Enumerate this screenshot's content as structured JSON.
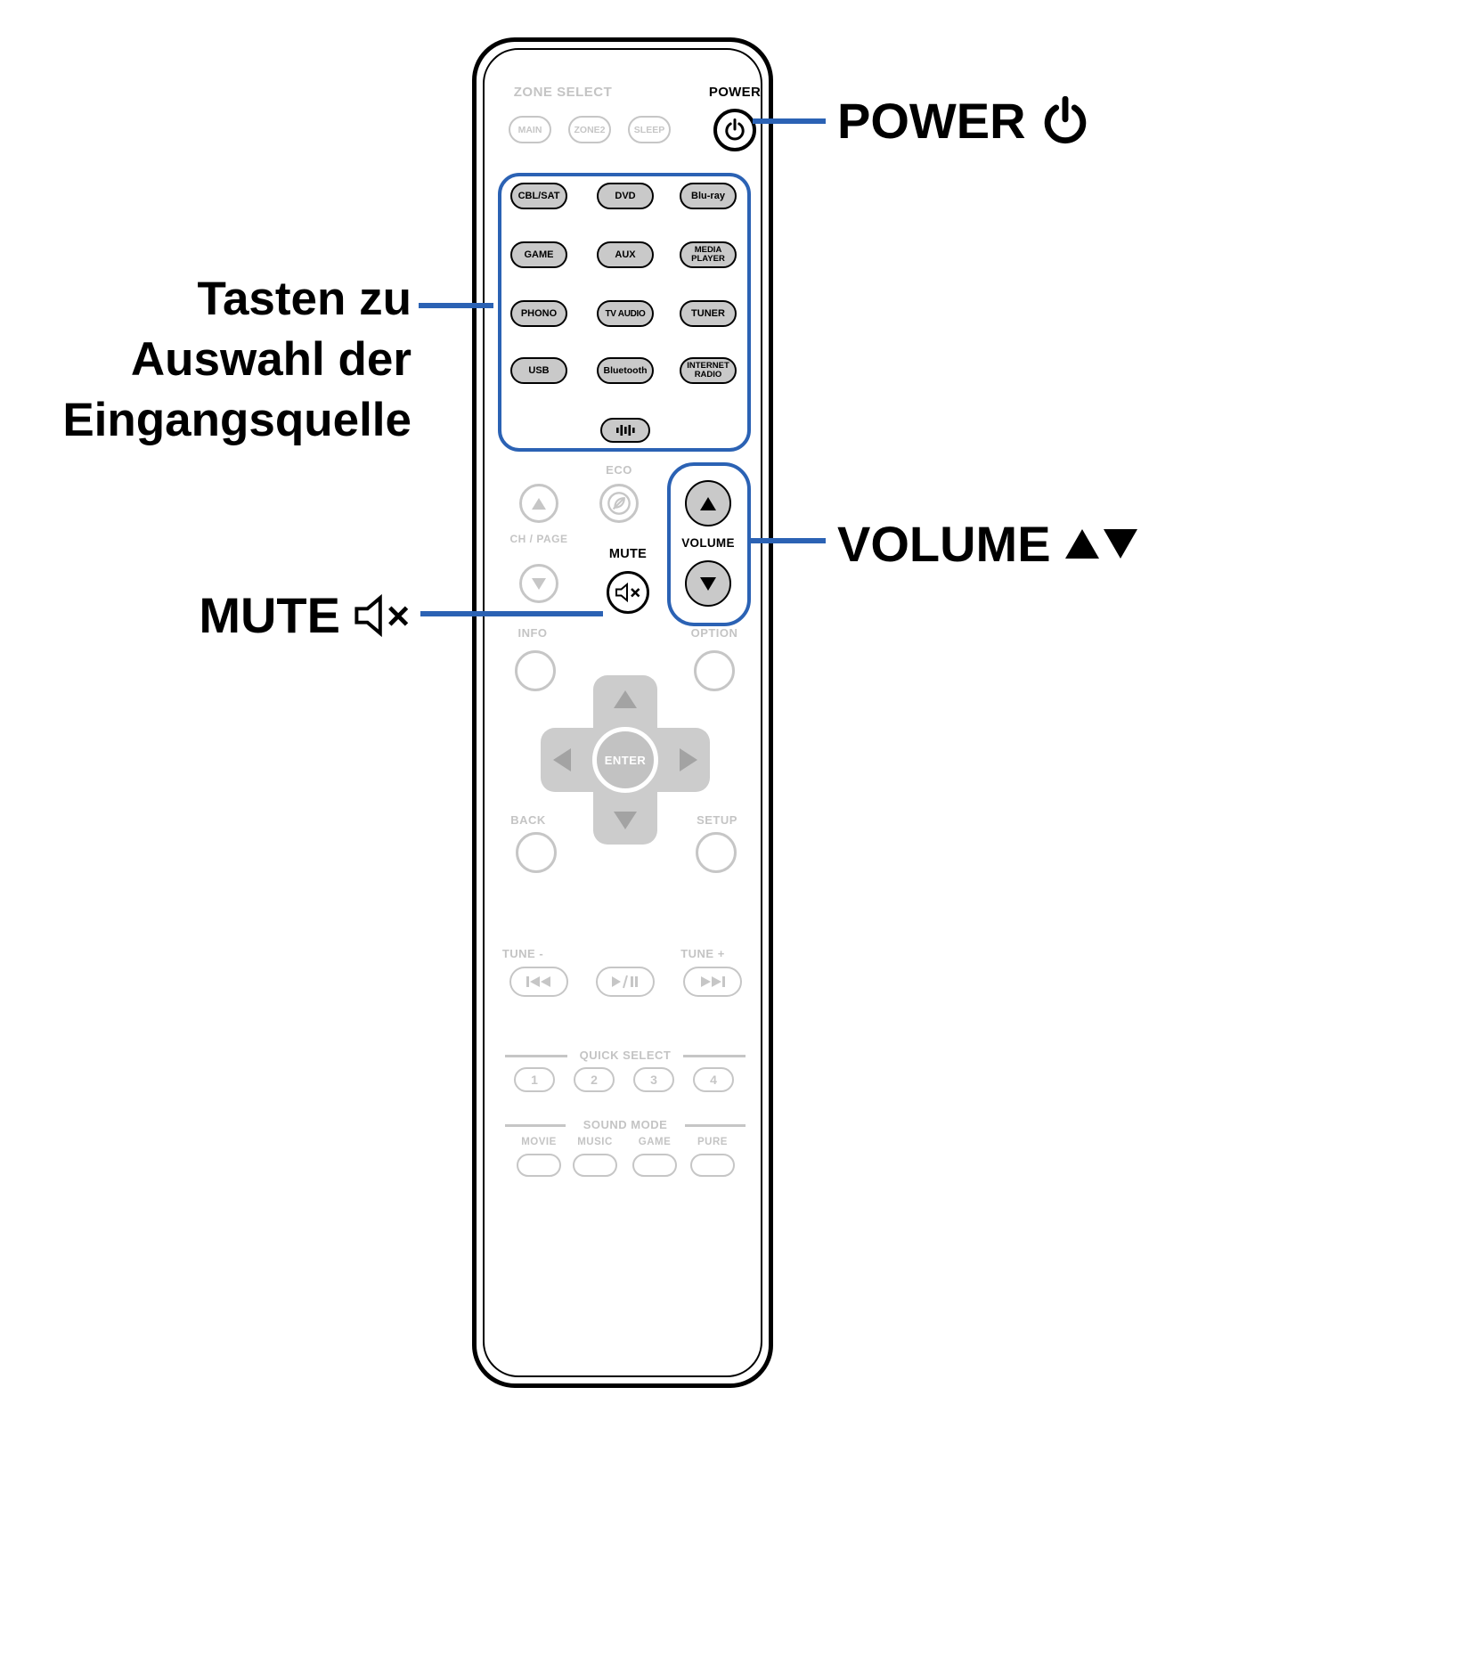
{
  "colors": {
    "accent_blue": "#2b62b4",
    "inactive_gray": "#c6c6c6",
    "button_fill_gray": "#c9c9c9",
    "text_black": "#000000",
    "background": "#ffffff"
  },
  "callouts": {
    "power": {
      "label": "POWER",
      "icon": "power-icon"
    },
    "input_select": {
      "line1": "Tasten zu",
      "line2": "Auswahl der",
      "line3": "Eingangsquelle"
    },
    "volume": {
      "label": "VOLUME",
      "icons": "volume-up-icon volume-down-icon"
    },
    "mute": {
      "label": "MUTE",
      "icon": "mute-icon"
    }
  },
  "remote": {
    "zone_select_label": "ZONE SELECT",
    "zone_buttons": {
      "main": "MAIN",
      "zone2": "ZONE2",
      "sleep": "SLEEP"
    },
    "power_label": "POWER",
    "inputs": {
      "cbl_sat": "CBL/SAT",
      "dvd": "DVD",
      "bluray": "Blu-ray",
      "game": "GAME",
      "aux": "AUX",
      "media_player": "MEDIA PLAYER",
      "phono": "PHONO",
      "tv_audio": "TV AUDIO",
      "tuner": "TUNER",
      "usb": "USB",
      "bluetooth": "Bluetooth",
      "internet_radio": "INTERNET RADIO"
    },
    "eco_label": "ECO",
    "ch_page_label": "CH / PAGE",
    "mute_label": "MUTE",
    "volume_label": "VOLUME",
    "info_label": "INFO",
    "option_label": "OPTION",
    "enter_label": "ENTER",
    "back_label": "BACK",
    "setup_label": "SETUP",
    "tune_minus_label": "TUNE -",
    "tune_plus_label": "TUNE +",
    "quick_select_label": "QUICK SELECT",
    "quick_buttons": [
      "1",
      "2",
      "3",
      "4"
    ],
    "sound_mode_label": "SOUND MODE",
    "sound_mode_labels": [
      "MOVIE",
      "MUSIC",
      "GAME",
      "PURE"
    ]
  },
  "icons": {
    "power": "power-icon",
    "mute": "mute-icon",
    "eco": "eco-leaf-icon",
    "audio_bars": "audio-bars-icon",
    "volume_up": "volume-up-icon",
    "volume_down": "volume-down-icon",
    "channel_up": "channel-up-icon",
    "channel_down": "channel-down-icon",
    "nav": "nav-up-icon nav-down-icon nav-left-icon nav-right-icon",
    "transport": "skip-back-icon play-pause-icon skip-forward-icon"
  }
}
